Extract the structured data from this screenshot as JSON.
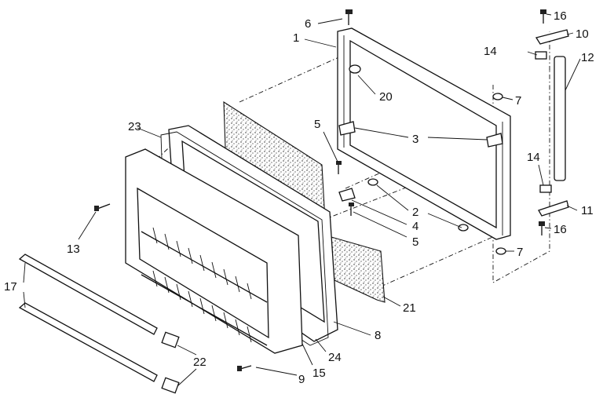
{
  "callouts": [
    "1",
    "2",
    "3",
    "4",
    "5",
    "5",
    "6",
    "7",
    "7",
    "8",
    "9",
    "10",
    "11",
    "12",
    "13",
    "14",
    "14",
    "15",
    "16",
    "16",
    "17",
    "20",
    "21",
    "22",
    "23",
    "24"
  ]
}
